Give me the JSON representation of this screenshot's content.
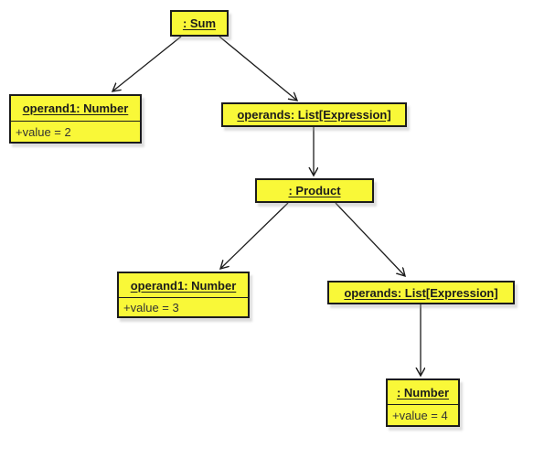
{
  "diagram": {
    "type": "uml-object-diagram",
    "colors": {
      "node_fill": "#f9f838",
      "node_border": "#1c1c1c",
      "title_text": "#1c1c1c",
      "attribute_text": "#333333",
      "edge": "#1c1c1c",
      "shadow": "#c8c8c8",
      "background": "#ffffff"
    },
    "nodes": {
      "sum": {
        "label": ": Sum"
      },
      "sum_operand1": {
        "label": "operand1: Number",
        "attribute": "+value = 2"
      },
      "sum_operands": {
        "label": "operands: List[Expression]"
      },
      "product": {
        "label": ": Product"
      },
      "product_operand1": {
        "label": "operand1: Number",
        "attribute": "+value = 3"
      },
      "product_operands": {
        "label": "operands: List[Expression]"
      },
      "number": {
        "label": ": Number",
        "attribute": "+value = 4"
      }
    },
    "edges": [
      {
        "from": "sum",
        "to": "sum_operand1",
        "style": "open-arrow"
      },
      {
        "from": "sum",
        "to": "sum_operands",
        "style": "open-arrow"
      },
      {
        "from": "sum_operands",
        "to": "product",
        "style": "open-arrow"
      },
      {
        "from": "product",
        "to": "product_operand1",
        "style": "open-arrow"
      },
      {
        "from": "product",
        "to": "product_operands",
        "style": "open-arrow"
      },
      {
        "from": "product_operands",
        "to": "number",
        "style": "open-arrow"
      }
    ]
  }
}
